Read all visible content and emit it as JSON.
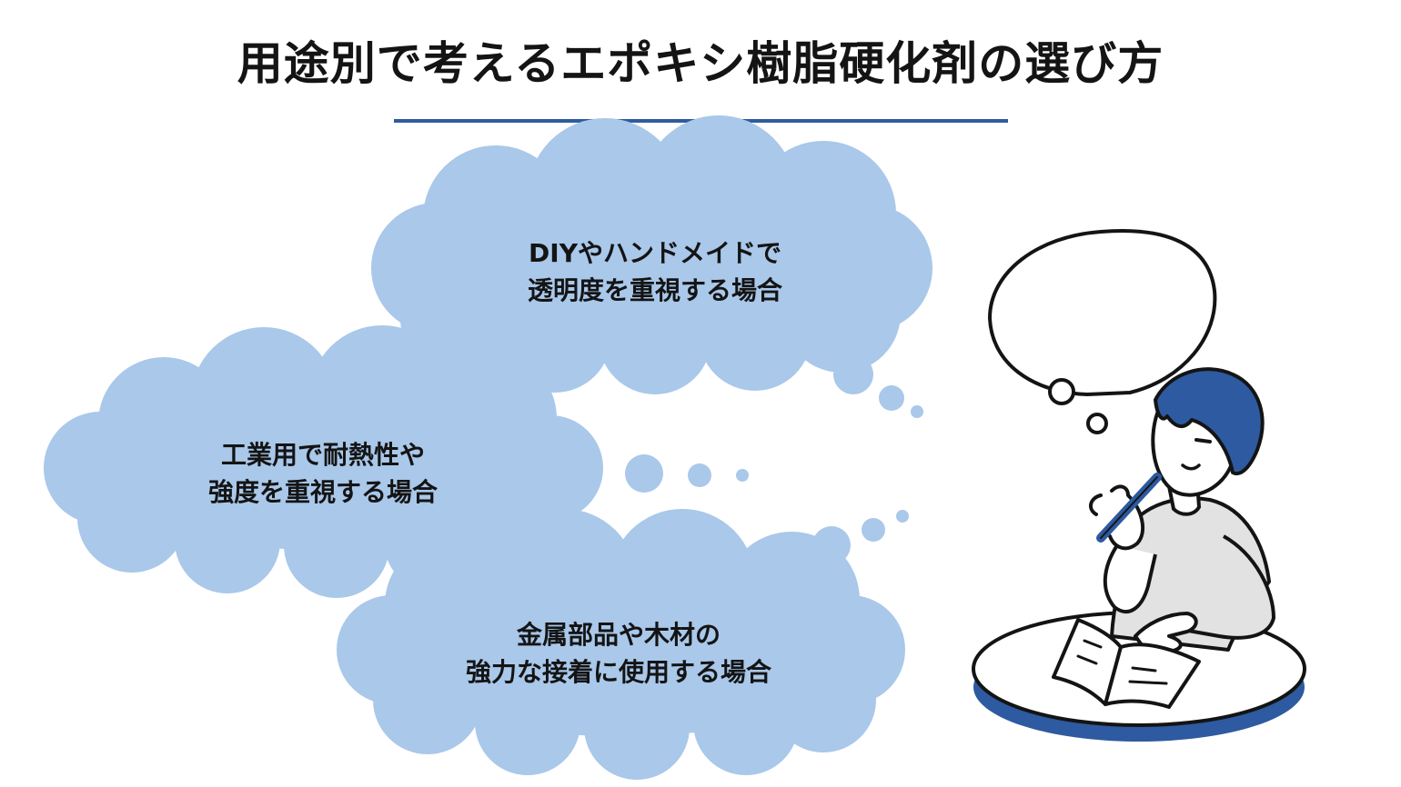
{
  "title": "用途別で考えるエポキシ樹脂硬化剤の選び方",
  "clouds": [
    {
      "line1": "DIYやハンドメイドで",
      "line2": "透明度を重視する場合"
    },
    {
      "line1": "工業用で耐熱性や",
      "line2": "強度を重視する場合"
    },
    {
      "line1": "金属部品や木材の",
      "line2": "強力な接着に使用する場合"
    }
  ],
  "colors": {
    "cloud": "#a9c8ea",
    "accent": "#2f5c9f",
    "ink": "#141414",
    "table_blue": "#2d5aa0",
    "sweater": "#e2e2e2"
  }
}
